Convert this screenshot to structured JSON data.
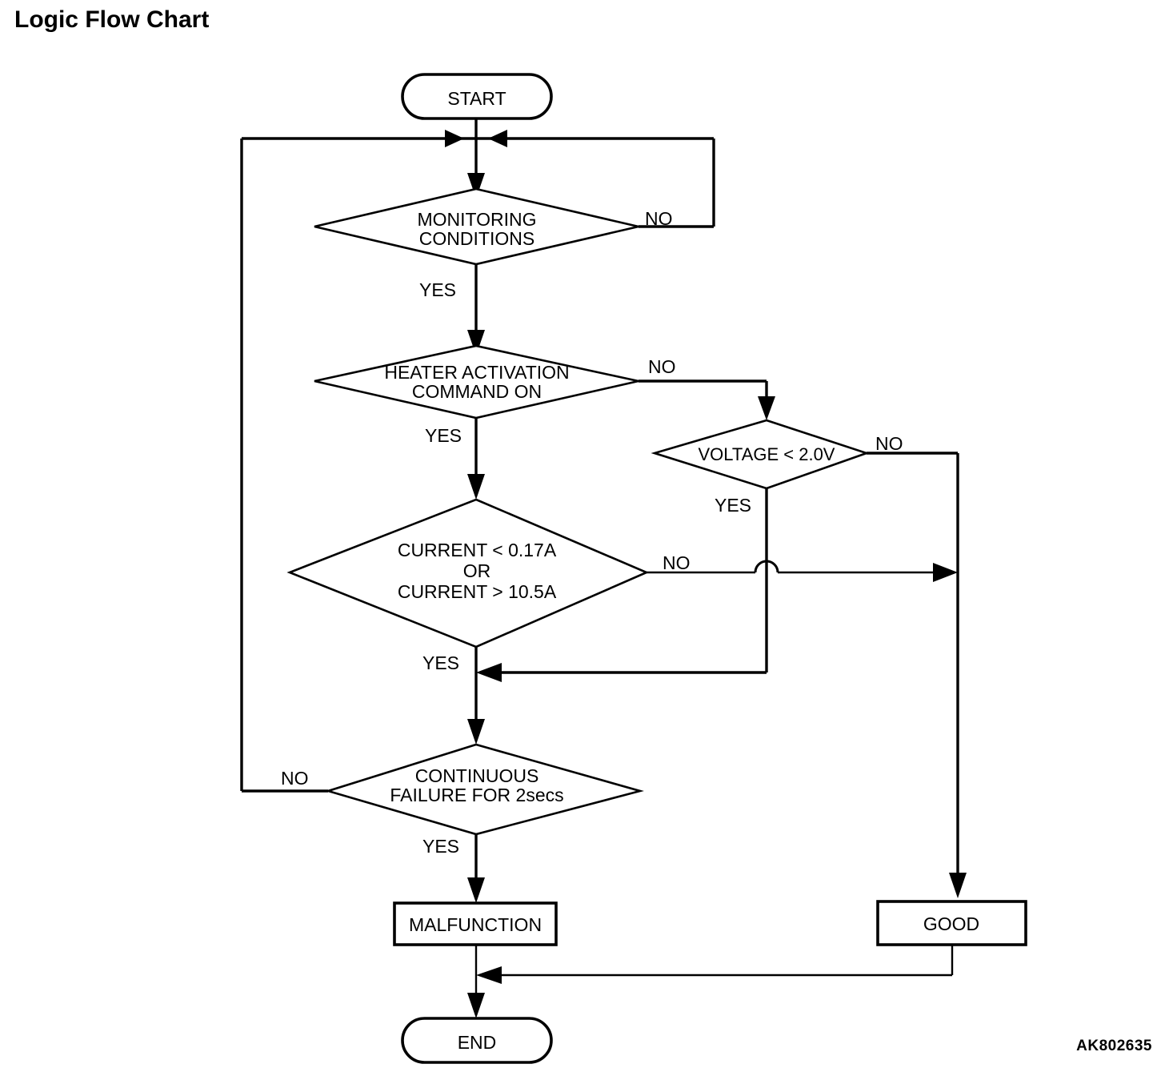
{
  "title": "Logic Flow Chart",
  "figure_code": "AK802635",
  "chart_data": {
    "type": "diagram",
    "diagram_kind": "flowchart",
    "title": "Logic Flow Chart",
    "nodes": [
      {
        "id": "start",
        "shape": "terminator",
        "label": "START"
      },
      {
        "id": "monitoring",
        "shape": "decision",
        "label_line1": "MONITORING",
        "label_line2": "CONDITIONS"
      },
      {
        "id": "heater",
        "shape": "decision",
        "label_line1": "HEATER ACTIVATION",
        "label_line2": "COMMAND ON"
      },
      {
        "id": "voltage",
        "shape": "decision",
        "label_line1": "VOLTAGE < 2.0V"
      },
      {
        "id": "current",
        "shape": "decision",
        "label_line1": "CURRENT < 0.17A",
        "label_line2": "OR",
        "label_line3": "CURRENT > 10.5A"
      },
      {
        "id": "continuous",
        "shape": "decision",
        "label_line1": "CONTINUOUS",
        "label_line2": "FAILURE FOR 2secs"
      },
      {
        "id": "malfunction",
        "shape": "process",
        "label": "MALFUNCTION"
      },
      {
        "id": "good",
        "shape": "process",
        "label": "GOOD"
      },
      {
        "id": "end",
        "shape": "terminator",
        "label": "END"
      }
    ],
    "edges": [
      {
        "from": "start",
        "to": "monitoring",
        "label": ""
      },
      {
        "from": "monitoring",
        "to": "heater",
        "label": "YES"
      },
      {
        "from": "monitoring",
        "to": "start-merge",
        "label": "NO"
      },
      {
        "from": "heater",
        "to": "current",
        "label": "YES"
      },
      {
        "from": "heater",
        "to": "voltage",
        "label": "NO"
      },
      {
        "from": "voltage",
        "to": "current-yes",
        "label": "YES"
      },
      {
        "from": "voltage",
        "to": "good",
        "label": "NO"
      },
      {
        "from": "current",
        "to": "continuous",
        "label": "YES"
      },
      {
        "from": "current",
        "to": "good",
        "label": "NO"
      },
      {
        "from": "continuous",
        "to": "malfunction",
        "label": "YES"
      },
      {
        "from": "continuous",
        "to": "start-merge",
        "label": "NO"
      },
      {
        "from": "malfunction",
        "to": "end",
        "label": ""
      },
      {
        "from": "good",
        "to": "end",
        "label": ""
      }
    ],
    "edge_labels": [
      "YES",
      "NO"
    ]
  },
  "labels": {
    "start": "START",
    "end": "END",
    "malfunction": "MALFUNCTION",
    "good": "GOOD",
    "monitoring_l1": "MONITORING",
    "monitoring_l2": "CONDITIONS",
    "heater_l1": "HEATER ACTIVATION",
    "heater_l2": "COMMAND ON",
    "voltage_l1": "VOLTAGE < 2.0V",
    "current_l1": "CURRENT < 0.17A",
    "current_l2": "OR",
    "current_l3": "CURRENT > 10.5A",
    "continuous_l1": "CONTINUOUS",
    "continuous_l2": "FAILURE FOR 2secs",
    "yes_monitoring": "YES",
    "no_monitoring": "NO",
    "yes_heater": "YES",
    "no_heater": "NO",
    "yes_voltage": "YES",
    "no_voltage": "NO",
    "yes_current": "YES",
    "no_current": "NO",
    "yes_continuous": "YES",
    "no_continuous": "NO"
  },
  "colors": {
    "background": "#ffffff",
    "line": "#000000",
    "text": "#000000"
  }
}
